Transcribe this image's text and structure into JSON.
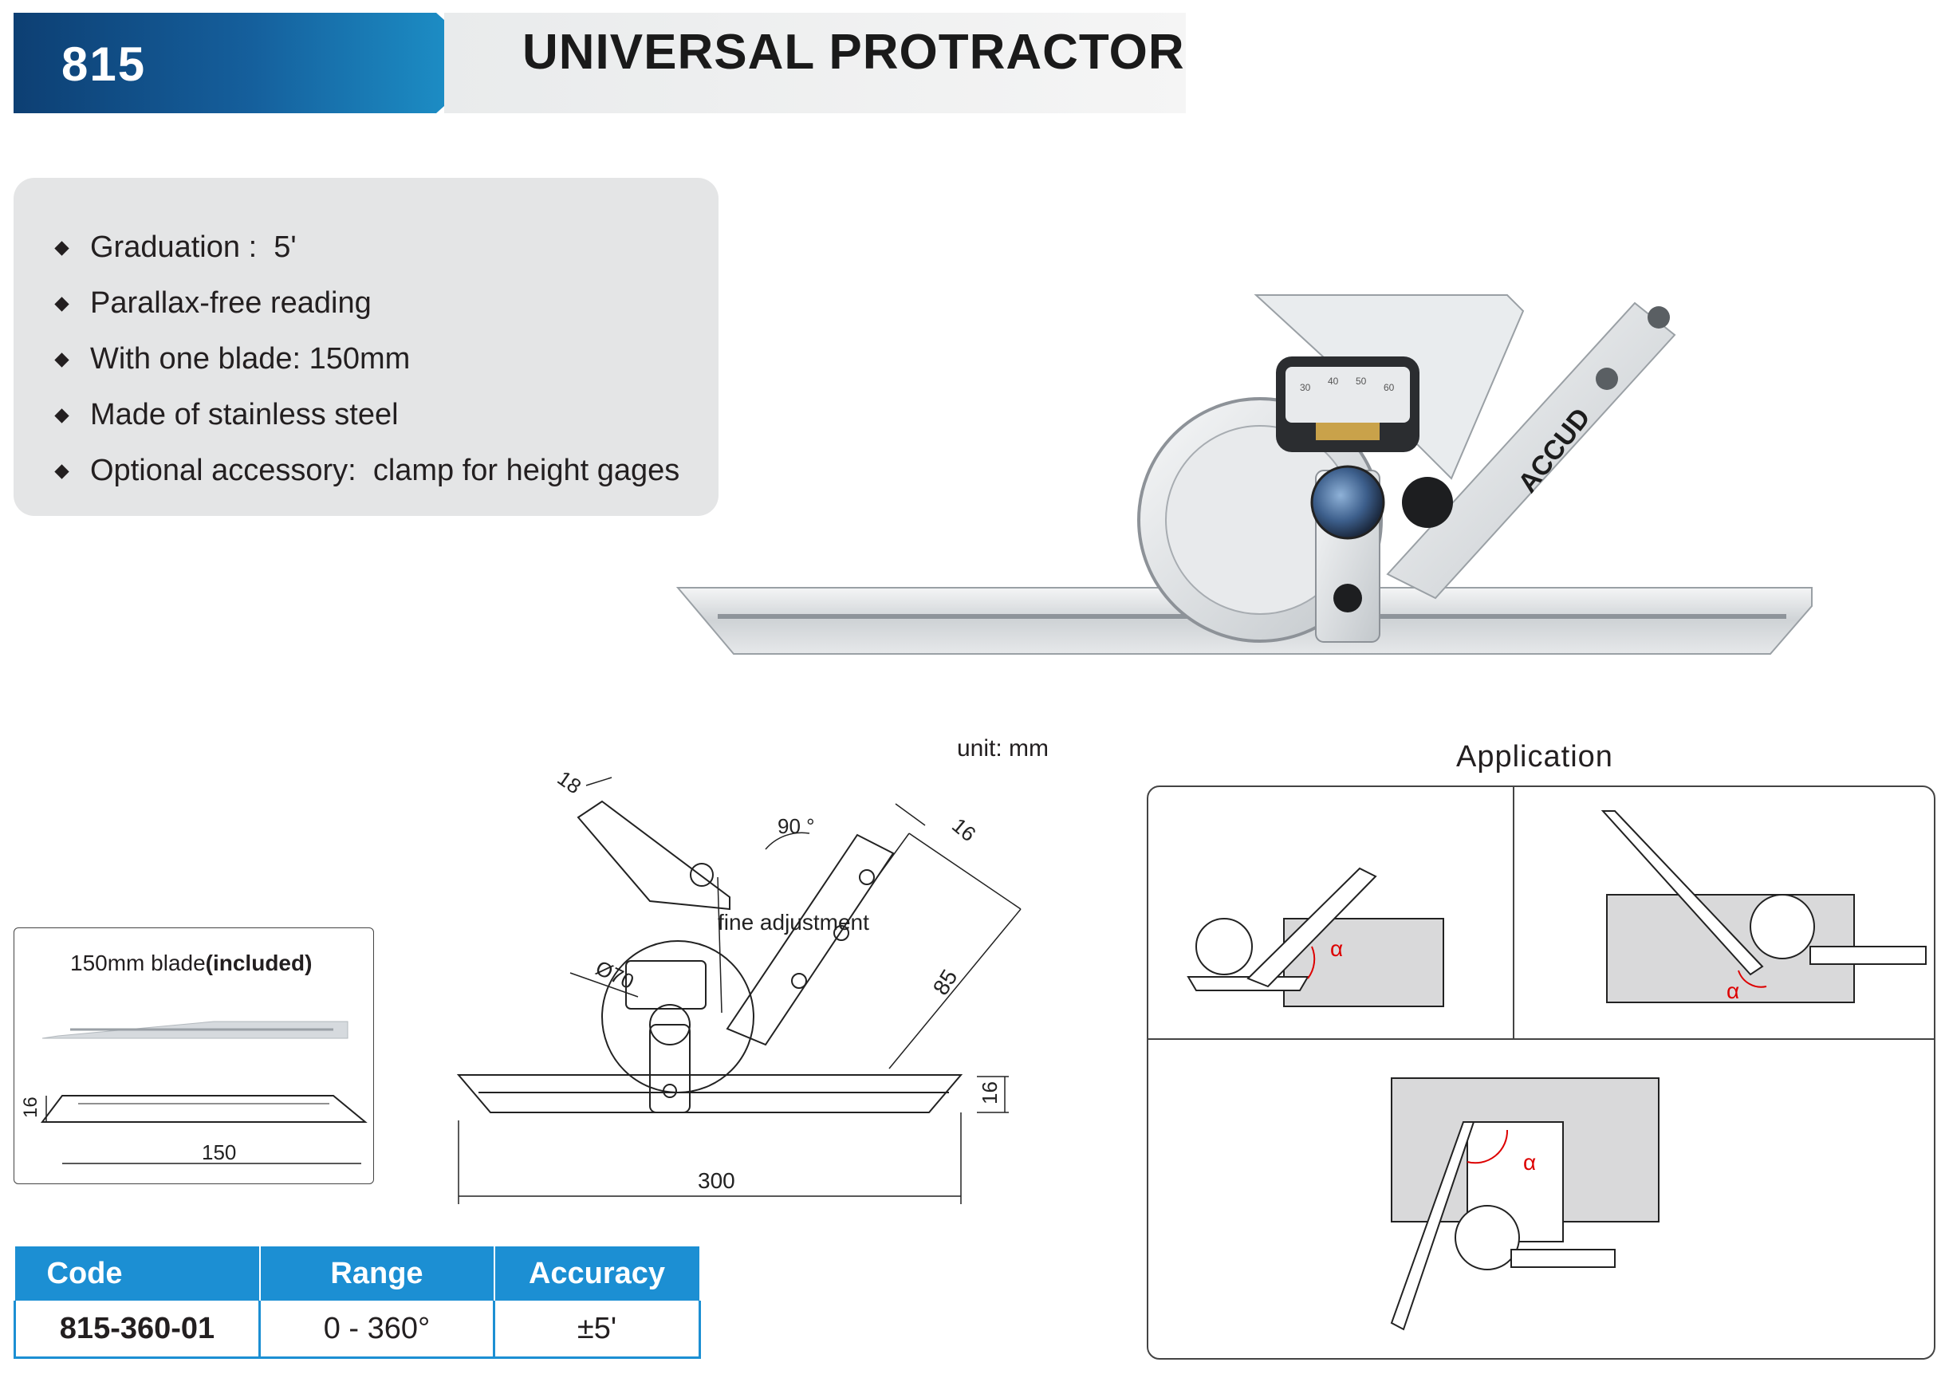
{
  "header": {
    "code": "815",
    "title": "UNIVERSAL PROTRACTOR"
  },
  "features": [
    "Graduation :  5'",
    "Parallax-free reading",
    "With one blade: 150mm",
    "Made of stainless steel",
    "Optional accessory:  clamp for height gages"
  ],
  "photo": {
    "brand": "ACCUD",
    "scale_labels": [
      "30",
      "40",
      "50",
      "60"
    ]
  },
  "blade_box": {
    "caption_plain": "150mm blade",
    "caption_bold": "(included)",
    "dim_height": "16",
    "dim_length": "150"
  },
  "drawing": {
    "unit": "unit: mm",
    "dim_18": "18",
    "dim_90": "90 °",
    "dim_16_top": "16",
    "fine_adjustment": "fine adjustment",
    "dim_diameter": "Ø70",
    "dim_85": "85",
    "dim_16_side": "16",
    "dim_300": "300"
  },
  "application": {
    "title": "Application",
    "angle_symbol": "α"
  },
  "table": {
    "headers": [
      "Code",
      "Range",
      "Accuracy"
    ],
    "rows": [
      [
        "815-360-01",
        "0 - 360°",
        "±5'"
      ]
    ]
  }
}
